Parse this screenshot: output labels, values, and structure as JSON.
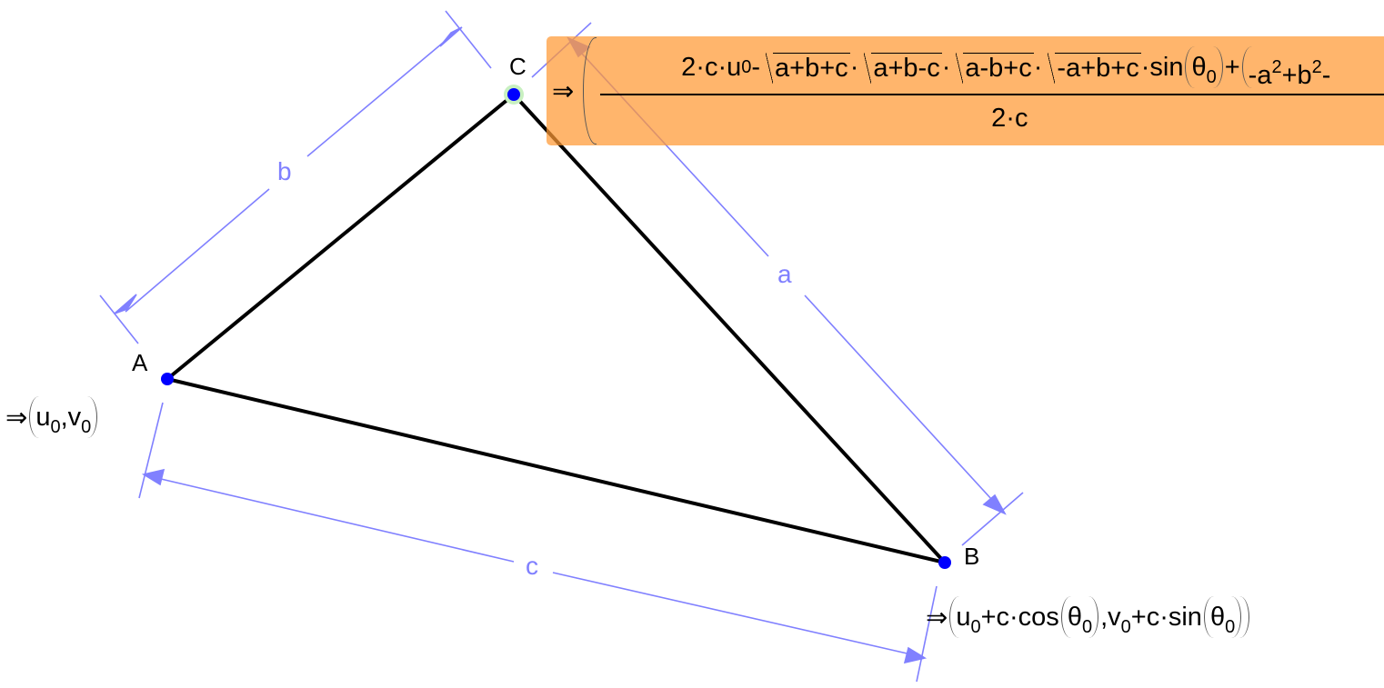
{
  "points": {
    "A": "A",
    "B": "B",
    "C": "C"
  },
  "dimensions": {
    "a": "a",
    "b": "b",
    "c": "c"
  },
  "colors": {
    "dimension": "#8080ff",
    "point": "#0000ff",
    "highlight": "#ffb266",
    "side": "#000000"
  },
  "formulas": {
    "A": [
      {
        "t": "⇒ "
      },
      {
        "p": [
          {
            "t": "u"
          },
          {
            "sub": "0"
          },
          {
            "t": ",v"
          },
          {
            "sub": "0"
          }
        ]
      }
    ],
    "B": [
      {
        "t": "⇒ "
      },
      {
        "p": [
          {
            "t": "u"
          },
          {
            "sub": "0"
          },
          {
            "t": "+c·cos"
          },
          {
            "p": [
              {
                "t": "θ"
              },
              {
                "sub": "0"
              }
            ]
          },
          {
            "t": ",v"
          },
          {
            "sub": "0"
          },
          {
            "t": "+c·sin"
          },
          {
            "p": [
              {
                "t": "θ"
              },
              {
                "sub": "0"
              }
            ]
          }
        ]
      }
    ],
    "C_arrow": "⇒",
    "C_numerator": [
      {
        "t": "2·c·u"
      },
      {
        "sub": "0"
      },
      {
        "t": "-"
      },
      {
        "sqrt": "a+b+c"
      },
      {
        "t": "·"
      },
      {
        "sqrt": "a+b-c"
      },
      {
        "t": "·"
      },
      {
        "sqrt": "a-b+c"
      },
      {
        "t": "·"
      },
      {
        "sqrt": "-a+b+c"
      },
      {
        "t": "·sin"
      },
      {
        "p": [
          {
            "t": "θ"
          },
          {
            "sub": "0"
          }
        ]
      },
      {
        "t": "+"
      },
      {
        "popen": [
          {
            "t": "-a"
          },
          {
            "sup": "2"
          },
          {
            "t": "+b"
          },
          {
            "sup": "2"
          },
          {
            "t": "-"
          }
        ]
      }
    ],
    "C_denominator": "2·c"
  }
}
